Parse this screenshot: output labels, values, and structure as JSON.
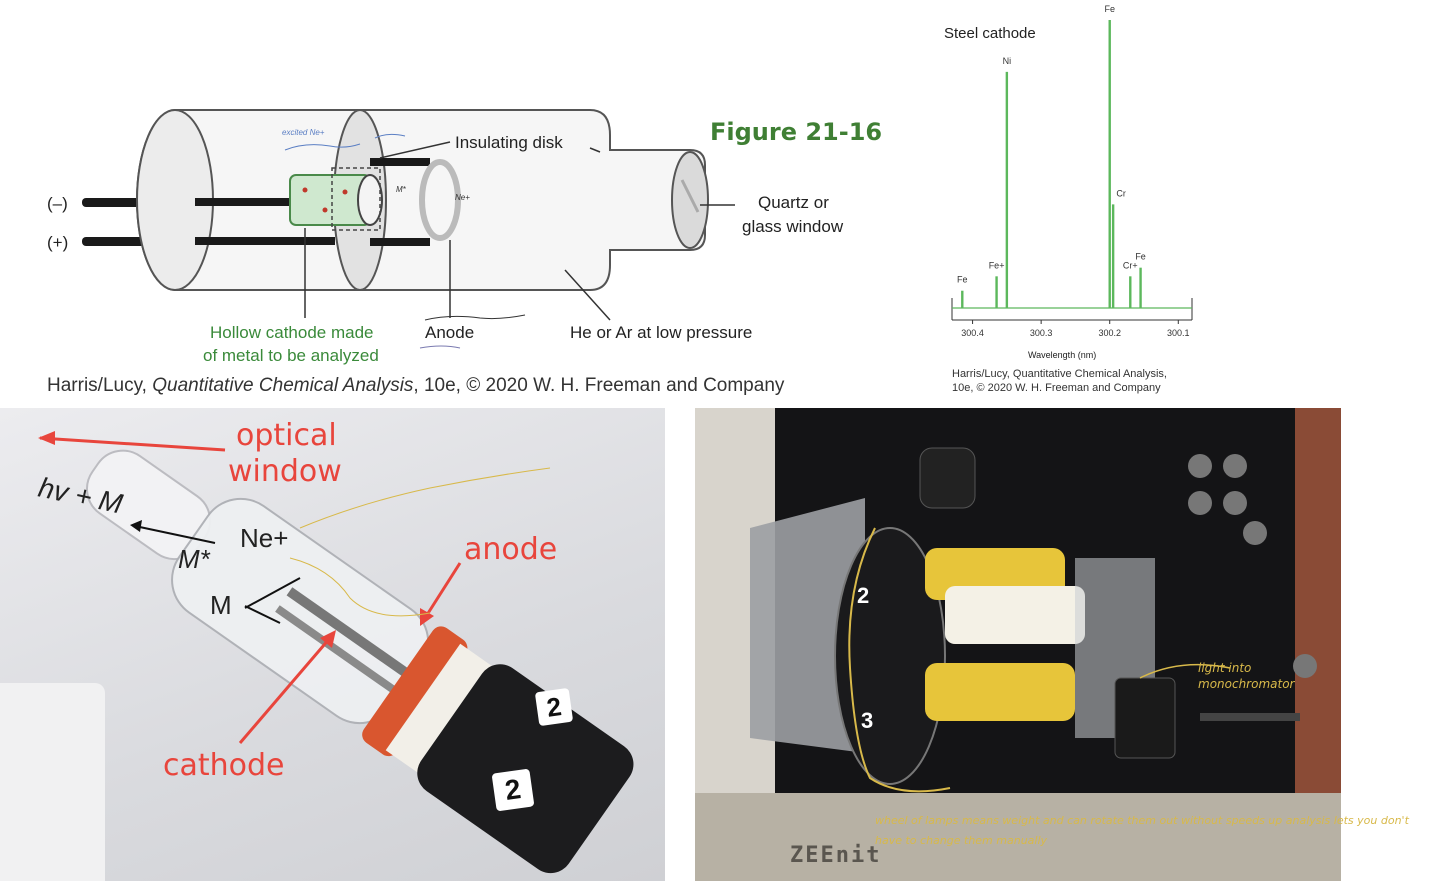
{
  "diagram": {
    "terminal_minus": "(–)",
    "terminal_plus": "(+)",
    "insulating_disk": "Insulating disk",
    "quartz_line1": "Quartz or",
    "quartz_line2": "glass window",
    "figure_title": "Figure 21-16",
    "hollow_line1": "Hollow cathode made",
    "hollow_line2": "of metal to be analyzed",
    "anode": "Anode",
    "gas": "He or Ar at low pressure",
    "credit_prefix": "Harris/Lucy, ",
    "credit_italic": "Quantitative Chemical Analysis",
    "credit_suffix": ", 10e, © 2020 W. H. Freeman and Company",
    "handwritten_notes": [
      "excited Ne+",
      "M*",
      "Ne+"
    ]
  },
  "spectrum": {
    "title": "Steel cathode",
    "xlabel": "Wavelength (nm)",
    "credit_line1": "Harris/Lucy, Quantitative Chemical Analysis,",
    "credit_line2": "10e, © 2020 W. H. Freeman and Company",
    "color": "#5cb85c"
  },
  "chart_data": {
    "type": "line",
    "title": "Steel cathode",
    "xlabel": "Wavelength (nm)",
    "ylabel": "",
    "x_ticks": [
      "300.4",
      "300.3",
      "300.2",
      "300.1"
    ],
    "xlim": [
      300.43,
      300.08
    ],
    "peaks": [
      {
        "label": "Fe",
        "x": 300.415,
        "height": 0.06
      },
      {
        "label": "Fe+",
        "x": 300.365,
        "height": 0.11
      },
      {
        "label": "Ni",
        "x": 300.35,
        "height": 0.82
      },
      {
        "label": "Fe",
        "x": 300.2,
        "height": 1.0
      },
      {
        "label": "Cr",
        "x": 300.195,
        "height": 0.36
      },
      {
        "label": "Cr+",
        "x": 300.17,
        "height": 0.11
      },
      {
        "label": "Fe",
        "x": 300.155,
        "height": 0.14
      }
    ]
  },
  "photo_lamp": {
    "equation_left": "hv + M",
    "equation_mstar": "M*",
    "equation_ne": "Ne+",
    "equation_m": "M",
    "label_window": [
      "optical",
      "window"
    ],
    "label_anode": "anode",
    "label_cathode": "cathode",
    "badge_1": "2",
    "badge_2": "2",
    "accent": "#e8453c"
  },
  "photo_instrument": {
    "slot_2": "2",
    "slot_3": "3",
    "brand": "ZEEnit",
    "note_right": "light into monochromator",
    "note_bottom": "wheel of lamps means weight and can rotate them out without speeds up analysis lets you don't have to change them manually",
    "annot_color": "#c8a93a"
  }
}
